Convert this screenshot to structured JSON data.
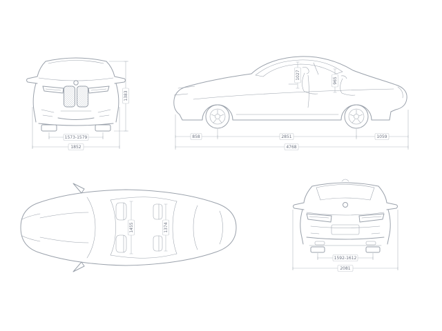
{
  "colors": {
    "line": "#9aa1ab",
    "dimension": "#b4b9c1",
    "label_text": "#6b7280"
  },
  "views": {
    "front": {
      "track_front": "1573-1579",
      "overall_width": "1852",
      "overall_height": "1383"
    },
    "side": {
      "front_overhang": "858",
      "wheelbase": "2851",
      "rear_overhang": "1059",
      "overall_length": "4768",
      "headroom_front": "1027",
      "headroom_rear": "965"
    },
    "top": {
      "shoulder_room_front": "1455",
      "shoulder_room_rear": "1374"
    },
    "rear": {
      "track_rear": "1592-1612",
      "width_incl_mirrors": "2081"
    }
  }
}
